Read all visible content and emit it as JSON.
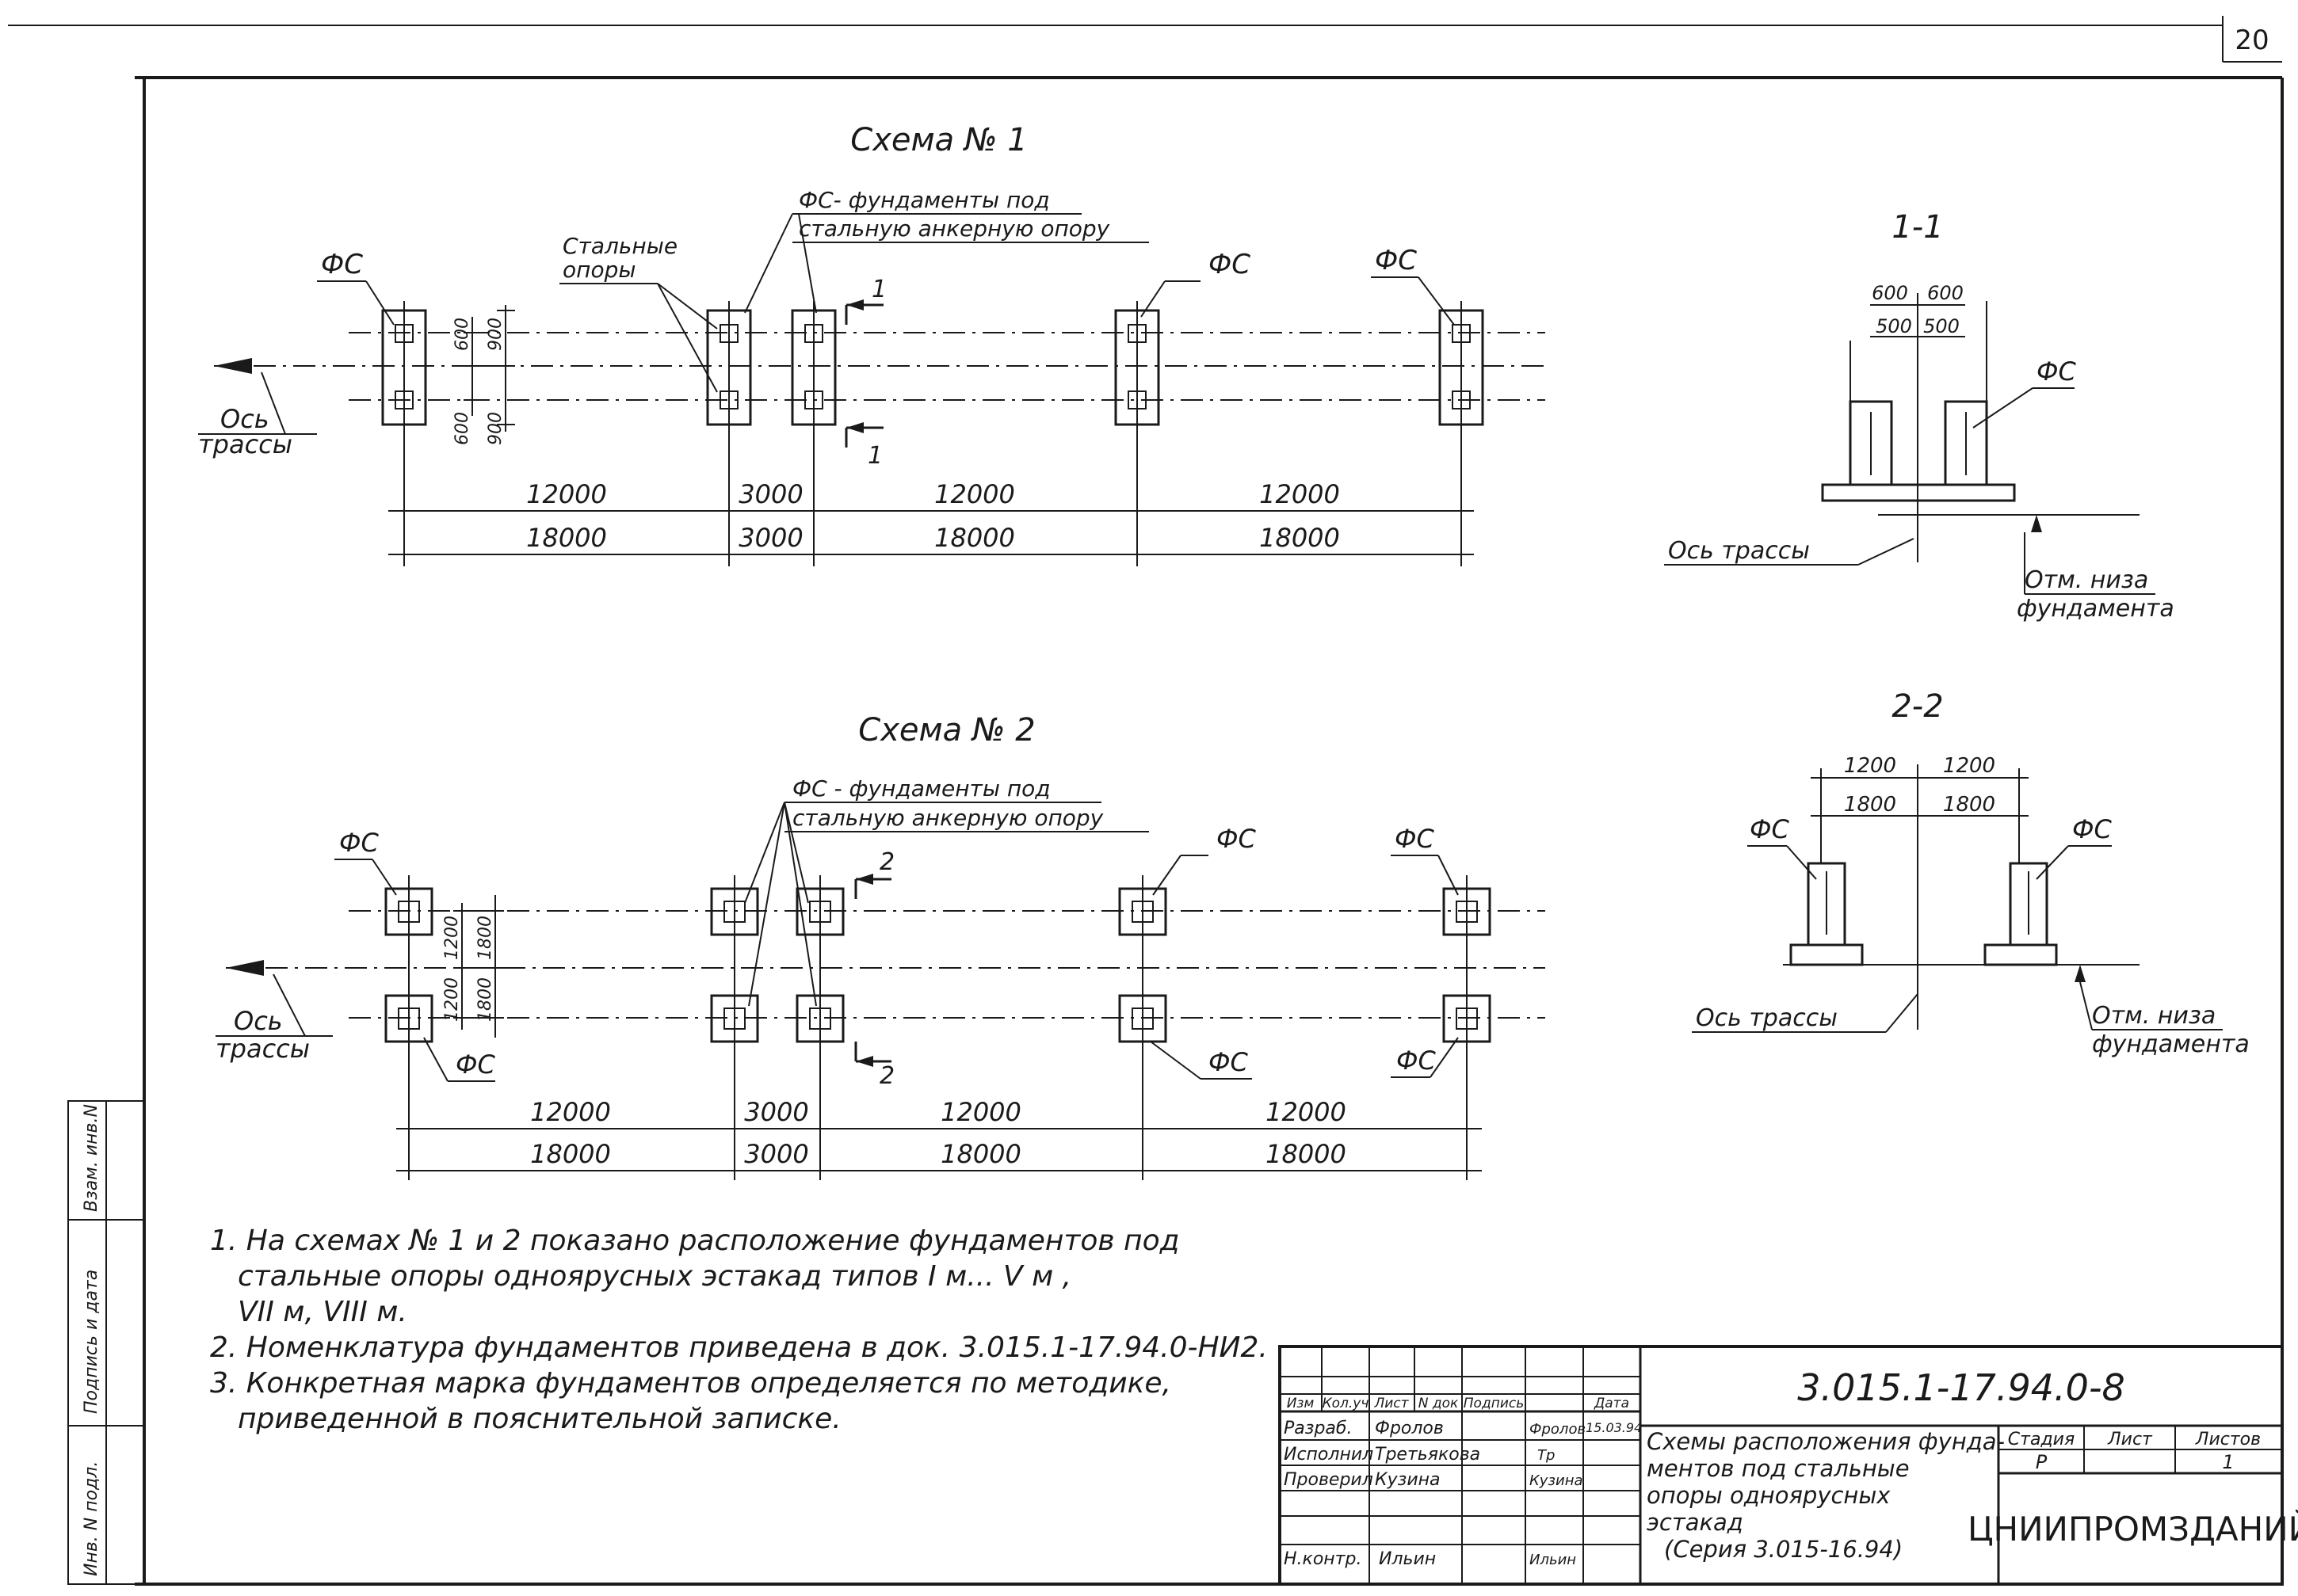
{
  "sheet_number": "20",
  "scheme1": {
    "title": "Схема № 1",
    "label_fs_anchor_line1": "ФС- фундаменты под",
    "label_fs_anchor_line2": "стальную анкерную опору",
    "label_steel_line1": "Стальные",
    "label_steel_line2": "опоры",
    "fs": "ФС",
    "axis_line1": "Ось",
    "axis_line2": "трассы",
    "section_mark": "1",
    "offsets": [
      "600",
      "900",
      "600",
      "900"
    ],
    "dims_row1": [
      "12000",
      "3000",
      "12000",
      "12000"
    ],
    "dims_row2": [
      "18000",
      "3000",
      "18000",
      "18000"
    ]
  },
  "scheme2": {
    "title": "Схема № 2",
    "label_fs_anchor_line1": "ФС - фундаменты под",
    "label_fs_anchor_line2": "стальную анкерную опору",
    "fs": "ФС",
    "axis_line1": "Ось",
    "axis_line2": "трассы",
    "section_mark": "2",
    "offsets": [
      "1200",
      "1800",
      "1200",
      "1800"
    ],
    "dims_row1": [
      "12000",
      "3000",
      "12000",
      "12000"
    ],
    "dims_row2": [
      "18000",
      "3000",
      "18000",
      "18000"
    ]
  },
  "section11": {
    "title": "1-1",
    "dims_top": [
      "600",
      "600"
    ],
    "dims_inner": [
      "500",
      "500"
    ],
    "fs": "ФС",
    "axis": "Ось трассы",
    "bottom_line1": "Отм. низа",
    "bottom_line2": "фундамента"
  },
  "section22": {
    "title": "2-2",
    "dims_top": [
      "1200",
      "1200"
    ],
    "dims_inner": [
      "1800",
      "1800"
    ],
    "fs": "ФС",
    "axis": "Ось трассы",
    "bottom_line1": "Отм. низа",
    "bottom_line2": "фундамента"
  },
  "notes": [
    "1. На схемах № 1 и 2 показано расположение фундаментов под",
    "стальные опоры одноярусных эстакад типов I м... V м ,",
    "VII м, VIII м.",
    "2. Номенклатура фундаментов приведена в док. 3.015.1-17.94.0-НИ2.",
    "3. Конкретная марка фундаментов определяется по методике,",
    "приведенной в пояснительной записке."
  ],
  "side_stamp": [
    "Инв. N подл.",
    "Подпись и дата",
    "Взам. инв.N"
  ],
  "title_block": {
    "doc_code": "3.015.1-17.94.0-8",
    "col_headers": [
      "Изм",
      "Кол.уч",
      "Лист",
      "N док",
      "Подпись",
      "Дата"
    ],
    "roles": [
      {
        "role": "Разраб.",
        "name": "Фролов",
        "sign": "Фролов",
        "date": "15.03.94"
      },
      {
        "role": "Исполнил",
        "name": "Третьякова",
        "sign": "Тр",
        "date": ""
      },
      {
        "role": "Проверил",
        "name": "Кузина",
        "sign": "Кузина",
        "date": ""
      },
      {
        "role": "Н.контр.",
        "name": "Ильин",
        "sign": "Ильин",
        "date": ""
      }
    ],
    "title_lines": [
      "Схемы расположения фунда-",
      "ментов под стальные",
      "опоры одноярусных",
      "эстакад",
      "(Серия 3.015-16.94)"
    ],
    "stage_label": "Стадия",
    "sheet_label": "Лист",
    "sheets_label": "Листов",
    "stage_value": "Р",
    "sheets_value": "1",
    "organization": "ЦНИИПРОМЗДАНИЙ"
  }
}
